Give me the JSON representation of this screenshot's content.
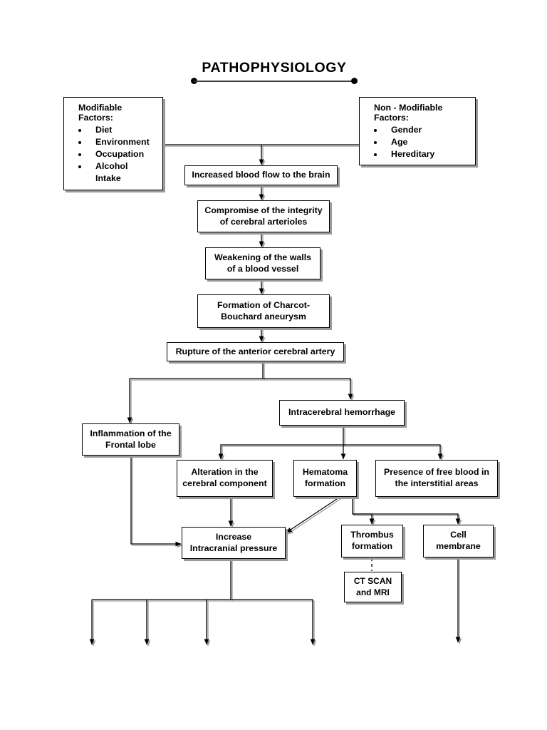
{
  "title": {
    "text": "PATHOPHYSIOLOGY"
  },
  "factor_boxes": [
    {
      "id": "modifiable-factors",
      "heading": "Modifiable Factors:",
      "items": [
        "Diet",
        "Environment",
        "Occupation",
        "Alcohol Intake"
      ]
    },
    {
      "id": "non-modifiable-factors",
      "heading": "Non - Modifiable Factors:",
      "items": [
        "Gender",
        "Age",
        "Hereditary"
      ]
    }
  ],
  "nodes": {
    "increased_blood_flow": {
      "line1": "Increased blood flow to the brain"
    },
    "compromise_integrity": {
      "line1": "Compromise of the integrity",
      "line2": "of cerebral arterioles"
    },
    "weakening_walls": {
      "line1": "Weakening of the walls",
      "line2": "of a blood vessel"
    },
    "charcot_bouchard": {
      "line1": "Formation of Charcot-",
      "line2": "Bouchard aneurysm"
    },
    "rupture_artery": {
      "line1": "Rupture of the anterior cerebral artery"
    },
    "intracerebral_hemorrhage": {
      "line1": "Intracerebral hemorrhage"
    },
    "inflammation_frontal_lobe": {
      "line1": "Inflammation of the",
      "line2": "Frontal lobe"
    },
    "alteration_cerebral": {
      "line1": "Alteration in the",
      "line2": "cerebral component"
    },
    "hematoma_formation": {
      "line1": "Hematoma",
      "line2": "formation"
    },
    "free_blood_interstitial": {
      "line1": "Presence of free blood in",
      "line2": "the interstitial areas"
    },
    "increase_icp": {
      "line1": "Increase",
      "line2": "Intracranial pressure"
    },
    "thrombus_formation": {
      "line1": "Thrombus",
      "line2": "formation"
    },
    "cell_membrane": {
      "line1": "Cell",
      "line2": "membrane"
    },
    "ct_scan_mri": {
      "line1": "CT SCAN",
      "line2": "and MRI"
    }
  },
  "colors": {
    "line": "#000000",
    "shadow": "#9a9a9a",
    "box_fill": "#ffffff",
    "text": "#000000"
  }
}
